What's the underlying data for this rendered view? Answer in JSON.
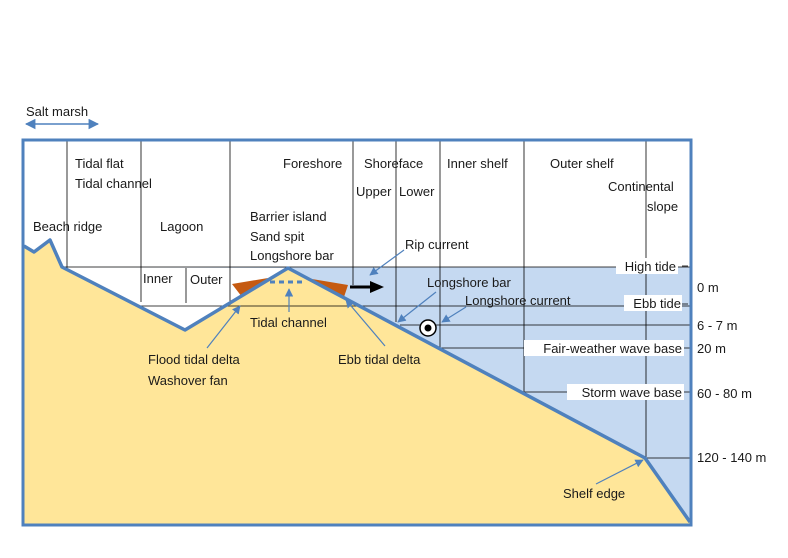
{
  "colors": {
    "frame": "#4f81bd",
    "water": "#c5d9f1",
    "sand": "#ffe699",
    "delta": "#c55a11",
    "line": "#000000",
    "arrow": "#4f81bd"
  },
  "labels": {
    "salt_marsh": "Salt marsh",
    "tidal_flat": "Tidal flat",
    "tidal_channel_top": "Tidal channel",
    "beach_ridge": "Beach ridge",
    "lagoon": "Lagoon",
    "inner": "Inner",
    "outer": "Outer",
    "foreshore": "Foreshore",
    "shoreface": "Shoreface",
    "upper": "Upper",
    "lower": "Lower",
    "inner_shelf": "Inner shelf",
    "outer_shelf": "Outer shelf",
    "continental": "Continental",
    "slope": "slope",
    "barrier_island": "Barrier island",
    "sand_spit": "Sand spit",
    "longshore_bar_top": "Longshore bar",
    "rip_current": "Rip current",
    "longshore_bar": "Longshore bar",
    "longshore_current": "Longshore current",
    "tidal_channel": "Tidal channel",
    "flood_tidal_delta": "Flood tidal delta",
    "washover_fan": "Washover fan",
    "ebb_tidal_delta": "Ebb tidal delta",
    "high_tide": "High tide",
    "ebb_tide": "Ebb tide",
    "fair_weather_wave_base": "Fair-weather wave base",
    "storm_wave_base": "Storm wave base",
    "shelf_edge": "Shelf edge"
  },
  "depths": {
    "d0": "0 m",
    "d1": "6 - 7 m",
    "d2": "20 m",
    "d3": "60 - 80 m",
    "d4": "120 - 140 m"
  }
}
